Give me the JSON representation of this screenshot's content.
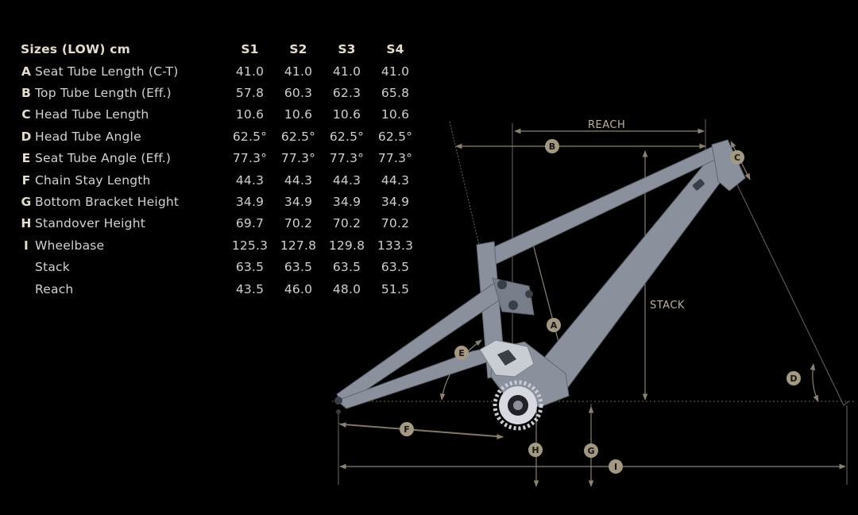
{
  "table": {
    "title": "Sizes (LOW) cm",
    "sizes": [
      "S1",
      "S2",
      "S3",
      "S4"
    ],
    "rows": [
      {
        "letter": "A",
        "name": "Seat Tube Length (C-T)",
        "values": [
          "41.0",
          "41.0",
          "41.0",
          "41.0"
        ]
      },
      {
        "letter": "B",
        "name": "Top Tube Length (Eff.)",
        "values": [
          "57.8",
          "60.3",
          "62.3",
          "65.8"
        ]
      },
      {
        "letter": "C",
        "name": "Head Tube Length",
        "values": [
          "10.6",
          "10.6",
          "10.6",
          "10.6"
        ]
      },
      {
        "letter": "D",
        "name": "Head Tube Angle",
        "values": [
          "62.5°",
          "62.5°",
          "62.5°",
          "62.5°"
        ]
      },
      {
        "letter": "E",
        "name": "Seat Tube Angle (Eff.)",
        "values": [
          "77.3°",
          "77.3°",
          "77.3°",
          "77.3°"
        ]
      },
      {
        "letter": "F",
        "name": "Chain Stay Length",
        "values": [
          "44.3",
          "44.3",
          "44.3",
          "44.3"
        ]
      },
      {
        "letter": "G",
        "name": "Bottom Bracket Height",
        "values": [
          "34.9",
          "34.9",
          "34.9",
          "34.9"
        ]
      },
      {
        "letter": "H",
        "name": "Standover Height",
        "values": [
          "69.7",
          "70.2",
          "70.2",
          "70.2"
        ]
      },
      {
        "letter": "I",
        "name": "Wheelbase",
        "values": [
          "125.3",
          "127.8",
          "129.8",
          "133.3"
        ]
      },
      {
        "letter": "",
        "name": "Stack",
        "values": [
          "63.5",
          "63.5",
          "63.5",
          "63.5"
        ]
      },
      {
        "letter": "",
        "name": "Reach",
        "values": [
          "43.5",
          "46.0",
          "48.0",
          "51.5"
        ]
      }
    ]
  },
  "diagram": {
    "reach_label": "REACH",
    "stack_label": "STACK",
    "badges": {
      "a": "A",
      "b": "B",
      "c": "C",
      "d": "D",
      "e": "E",
      "f": "F",
      "g": "G",
      "h": "H",
      "i": "I"
    }
  },
  "colors": {
    "background": "#000000",
    "frame": "#8a919d",
    "dimension_line": "#8c826f",
    "badge": "#a39983"
  }
}
